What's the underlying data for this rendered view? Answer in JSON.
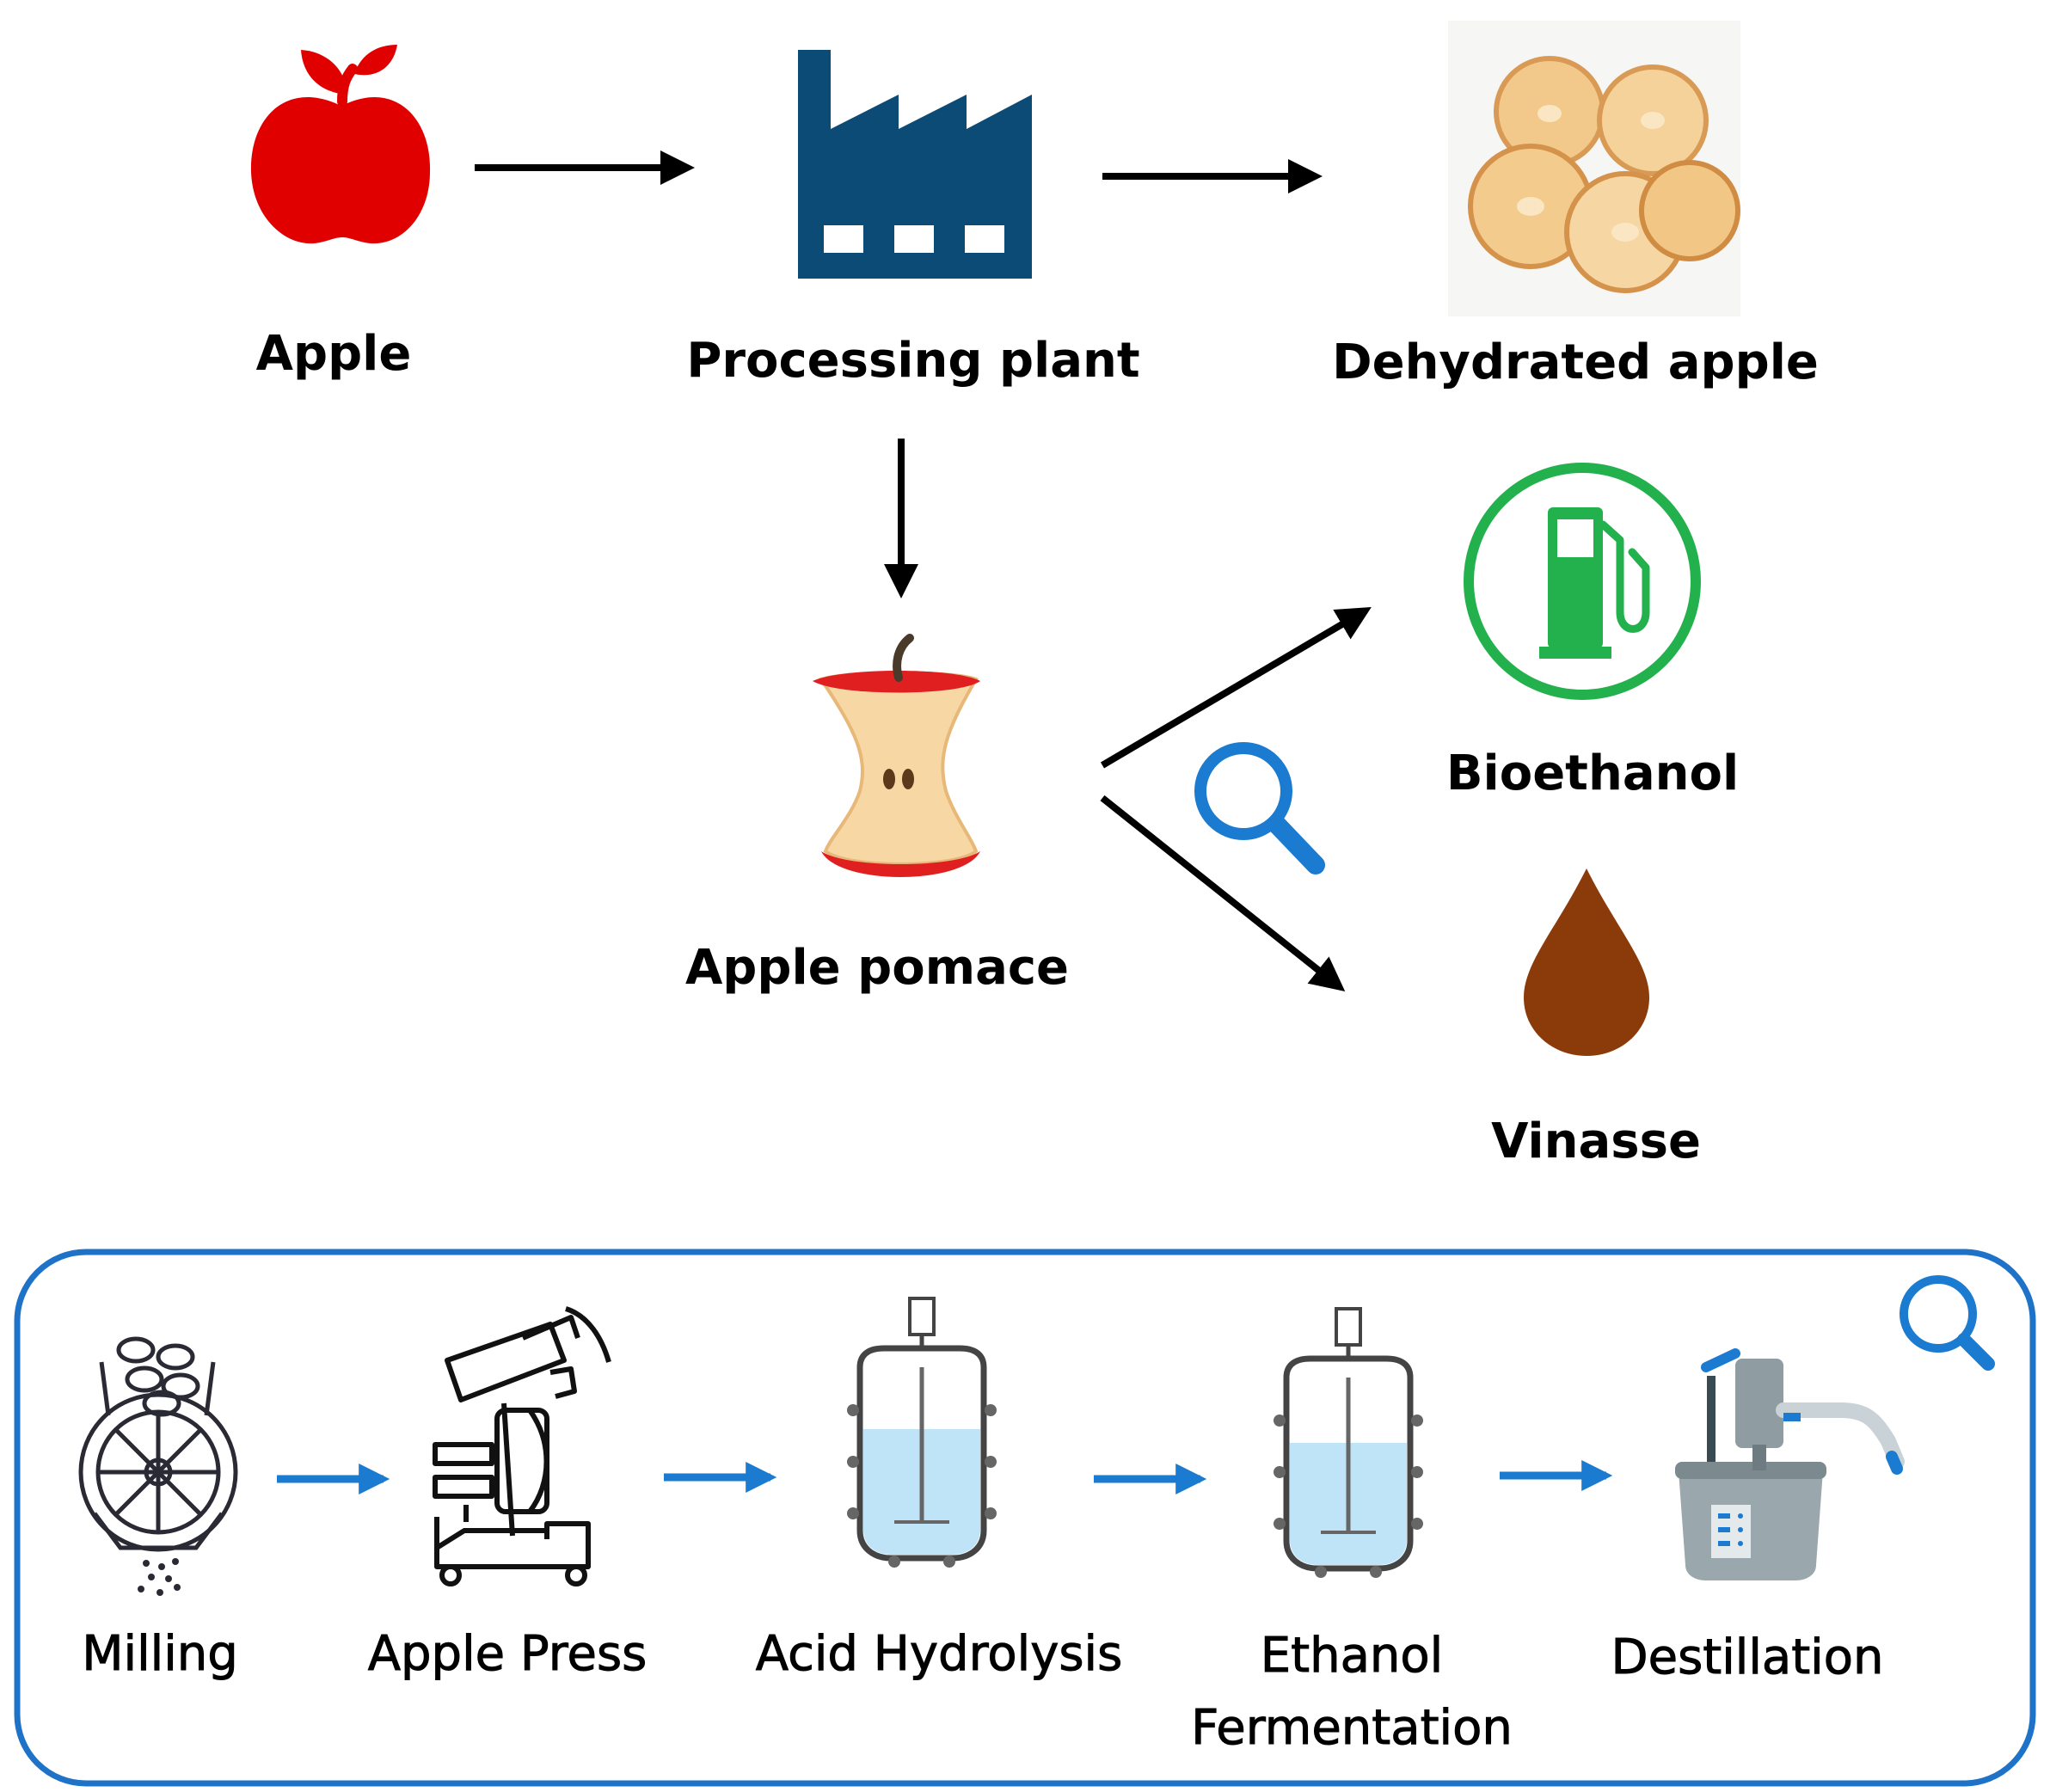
{
  "nodes": {
    "apple": "Apple",
    "processing_plant": "Processing plant",
    "dehydrated_apple": "Dehydrated apple",
    "apple_pomace": "Apple pomace",
    "bioethanol": "Bioethanol",
    "vinasse": "Vinasse"
  },
  "process_steps": [
    {
      "label": "Milling"
    },
    {
      "label": "Apple Press"
    },
    {
      "label": "Acid Hydrolysis"
    },
    {
      "label": "Ethanol\nFermentation",
      "line1": "Ethanol",
      "line2": "Fermentation"
    },
    {
      "label": "Destillation"
    }
  ],
  "colors": {
    "apple_red": "#e00000",
    "factory_blue": "#0d4b77",
    "fuel_green": "#22b14c",
    "vinasse_brown": "#8b3a0a",
    "accent_blue": "#1a7bd0",
    "frame_blue": "#1e73c8",
    "liquid_blue": "#bfe3f7"
  },
  "icons": {
    "apple": "apple-icon",
    "factory": "factory-icon",
    "dried_apple": "dried-apple-image",
    "apple_core": "apple-core-icon",
    "fuel_pump": "fuel-pump-icon",
    "drop": "drop-icon",
    "magnifier": "magnifier-icon",
    "mill": "mill-icon",
    "press": "press-icon",
    "reactor": "reactor-icon",
    "distiller": "distiller-icon"
  }
}
